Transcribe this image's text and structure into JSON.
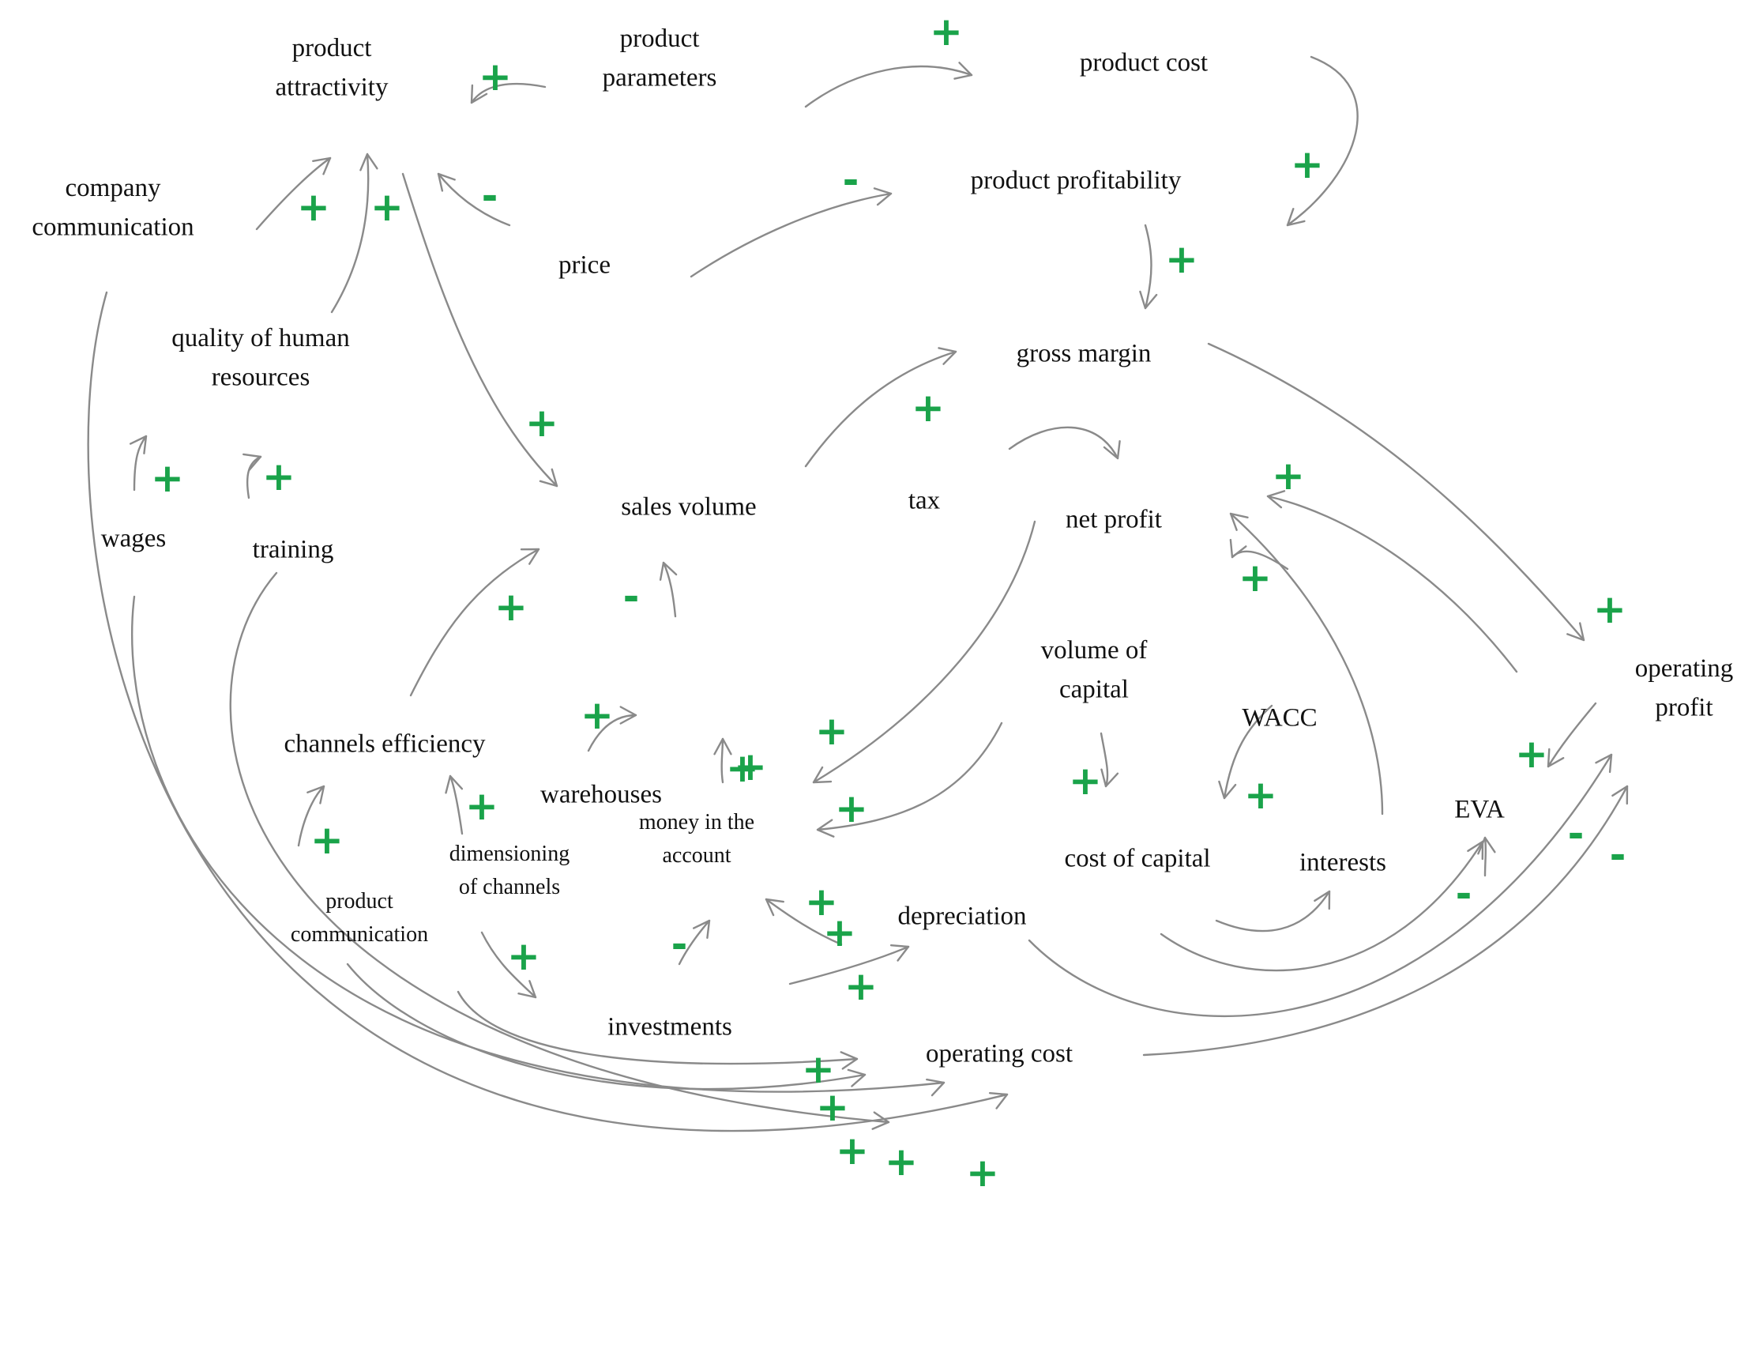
{
  "colors": {
    "polarity": "#1aa34a",
    "arrow": "#8a8a8a",
    "text": "#111111"
  },
  "nodes": [
    {
      "id": "product_attractivity",
      "label": "product\nattractivity"
    },
    {
      "id": "product_parameters",
      "label": "product\nparameters"
    },
    {
      "id": "product_cost",
      "label": "product cost"
    },
    {
      "id": "company_communication",
      "label": "company\ncommunication"
    },
    {
      "id": "product_profitability",
      "label": "product profitability"
    },
    {
      "id": "price",
      "label": "price"
    },
    {
      "id": "quality_hr",
      "label": "quality of human\nresources"
    },
    {
      "id": "gross_margin",
      "label": "gross margin"
    },
    {
      "id": "wages",
      "label": "wages"
    },
    {
      "id": "training",
      "label": "training"
    },
    {
      "id": "sales_volume",
      "label": "sales volume"
    },
    {
      "id": "tax",
      "label": "tax"
    },
    {
      "id": "net_profit",
      "label": "net profit"
    },
    {
      "id": "volume_of_capital",
      "label": "volume of\ncapital"
    },
    {
      "id": "wacc",
      "label": "WACC"
    },
    {
      "id": "operating_profit",
      "label": "operating\nprofit"
    },
    {
      "id": "channels_efficiency",
      "label": "channels efficiency"
    },
    {
      "id": "warehouses",
      "label": "warehouses"
    },
    {
      "id": "money_account",
      "label": "money in the\naccount"
    },
    {
      "id": "cost_of_capital",
      "label": "cost of capital"
    },
    {
      "id": "interests",
      "label": "interests"
    },
    {
      "id": "eva",
      "label": "EVA"
    },
    {
      "id": "dimensioning_channels",
      "label": "dimensioning\nof channels"
    },
    {
      "id": "product_communication",
      "label": "product\ncommunication"
    },
    {
      "id": "depreciation",
      "label": "depreciation"
    },
    {
      "id": "investments",
      "label": "investments"
    },
    {
      "id": "operating_cost",
      "label": "operating cost"
    }
  ],
  "polarities": [
    "+",
    "+",
    "+",
    "+",
    "-",
    "+",
    "-",
    "+",
    "+",
    "+",
    "+",
    "+",
    "+",
    "+",
    "-",
    "+",
    "+",
    "+",
    "+",
    "+",
    "+",
    "+",
    "+",
    "+",
    "+",
    "+",
    "+",
    "+",
    "-",
    "+",
    "+",
    "+",
    "+",
    "+",
    "+",
    "+",
    "-",
    "-",
    "-",
    "+"
  ]
}
